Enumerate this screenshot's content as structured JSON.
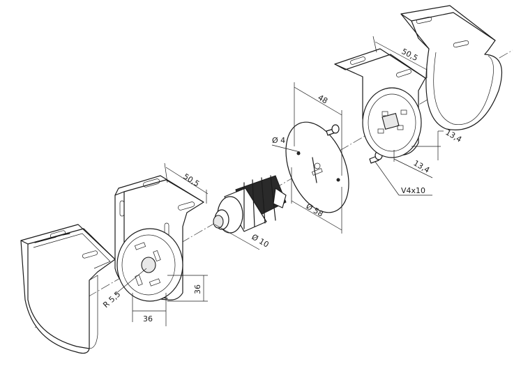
{
  "dimensions": {
    "d1": "50,5",
    "d2": "50,5",
    "d3": "48",
    "d4": "Ø 4",
    "d5": "13,4",
    "d6": "13,4",
    "d7": "V4x10",
    "d8": "Ø 58",
    "d9": "Ø 10",
    "d10": "R 5,5",
    "d11": "36",
    "d12": "36"
  }
}
